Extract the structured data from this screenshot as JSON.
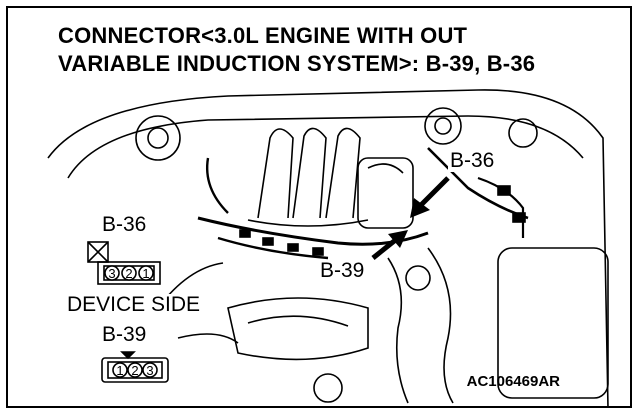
{
  "title": {
    "line1": "CONNECTOR<3.0L ENGINE WITH OUT",
    "line2": "VARIABLE INDUCTION SYSTEM>: B-39, B-36"
  },
  "callouts": {
    "b36": "B-36",
    "b39": "B-39"
  },
  "connector_b36": {
    "label": "B-36",
    "pins": [
      "3",
      "2",
      "1"
    ]
  },
  "device_side_label": "DEVICE SIDE",
  "connector_b39": {
    "label": "B-39",
    "pins": [
      "1",
      "2",
      "3"
    ]
  },
  "figure_code": "AC106469AR"
}
